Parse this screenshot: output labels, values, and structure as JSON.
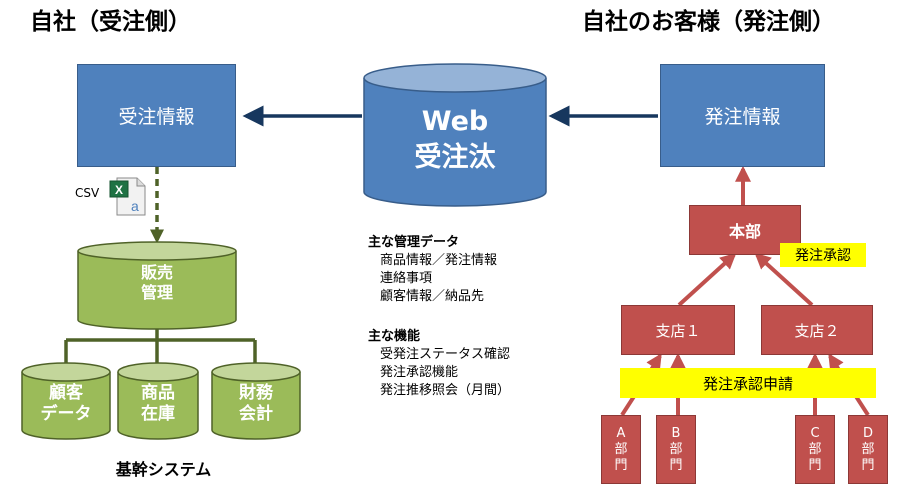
{
  "left": {
    "title": "自社（受注側）",
    "order_info": "受注情報",
    "csv_label": "CSV",
    "sales": {
      "line1": "販売",
      "line2": "管理"
    },
    "dbs": [
      {
        "line1": "顧客",
        "line2": "データ"
      },
      {
        "line1": "商品",
        "line2": "在庫"
      },
      {
        "line1": "財務",
        "line2": "会計"
      }
    ],
    "system_label": "基幹システム"
  },
  "center": {
    "db_line1": "Web",
    "db_line2": "受注汰",
    "data_heading": "主な管理データ",
    "data_items": [
      "商品情報／発注情報",
      "連絡事項",
      "顧客情報／納品先"
    ],
    "func_heading": "主な機能",
    "func_items": [
      "受発注ステータス確認",
      "発注承認機能",
      "発注推移照会（月間）"
    ]
  },
  "right": {
    "title": "自社のお客様（発注側）",
    "order_info": "発注情報",
    "hq": "本部",
    "approval": "発注承認",
    "branch1": "支店１",
    "branch2": "支店２",
    "request": "発注承認申請",
    "depts": [
      {
        "letter": "A",
        "c1": "部",
        "c2": "門"
      },
      {
        "letter": "B",
        "c1": "部",
        "c2": "門"
      },
      {
        "letter": "C",
        "c1": "部",
        "c2": "門"
      },
      {
        "letter": "D",
        "c1": "部",
        "c2": "門"
      }
    ]
  },
  "colors": {
    "blue": "#4f81bd",
    "navy_arrow": "#17375e",
    "green_fill": "#9bbb59",
    "green_dark": "#4f6228",
    "red": "#c0504d",
    "yellow": "#ffff00"
  }
}
